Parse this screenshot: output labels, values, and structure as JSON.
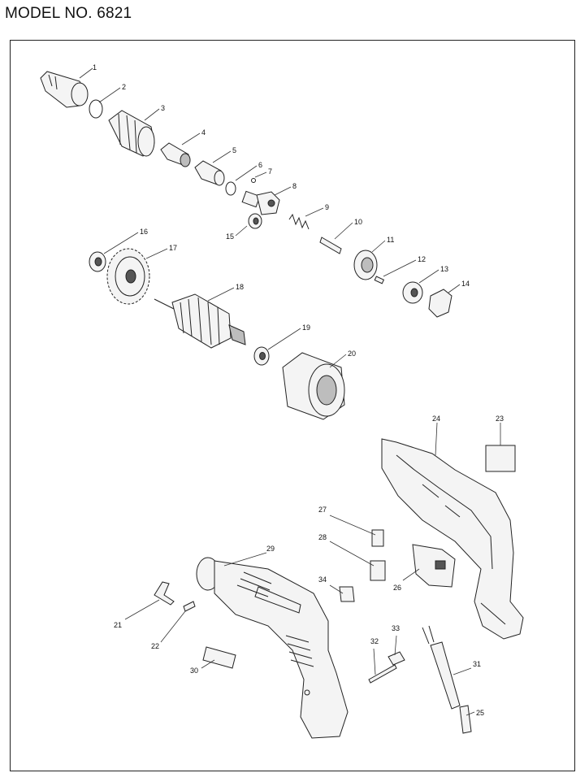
{
  "header": {
    "title": "MODEL NO. 6821"
  },
  "callouts": [
    {
      "n": "1",
      "id": "part-1"
    },
    {
      "n": "2",
      "id": "part-2"
    },
    {
      "n": "3",
      "id": "part-3"
    },
    {
      "n": "4",
      "id": "part-4"
    },
    {
      "n": "5",
      "id": "part-5"
    },
    {
      "n": "6",
      "id": "part-6"
    },
    {
      "n": "7",
      "id": "part-7"
    },
    {
      "n": "8",
      "id": "part-8"
    },
    {
      "n": "9",
      "id": "part-9"
    },
    {
      "n": "10",
      "id": "part-10"
    },
    {
      "n": "11",
      "id": "part-11"
    },
    {
      "n": "12",
      "id": "part-12"
    },
    {
      "n": "13",
      "id": "part-13"
    },
    {
      "n": "14",
      "id": "part-14"
    },
    {
      "n": "15",
      "id": "part-15"
    },
    {
      "n": "16",
      "id": "part-16"
    },
    {
      "n": "17",
      "id": "part-17"
    },
    {
      "n": "18",
      "id": "part-18"
    },
    {
      "n": "19",
      "id": "part-19"
    },
    {
      "n": "20",
      "id": "part-20"
    },
    {
      "n": "21",
      "id": "part-21"
    },
    {
      "n": "22",
      "id": "part-22"
    },
    {
      "n": "23",
      "id": "part-23"
    },
    {
      "n": "24",
      "id": "part-24"
    },
    {
      "n": "25",
      "id": "part-25"
    },
    {
      "n": "26",
      "id": "part-26"
    },
    {
      "n": "27",
      "id": "part-27"
    },
    {
      "n": "28",
      "id": "part-28"
    },
    {
      "n": "29",
      "id": "part-29"
    },
    {
      "n": "30",
      "id": "part-30"
    },
    {
      "n": "31",
      "id": "part-31"
    },
    {
      "n": "32",
      "id": "part-32"
    },
    {
      "n": "33",
      "id": "part-33"
    },
    {
      "n": "34",
      "id": "part-34"
    }
  ]
}
